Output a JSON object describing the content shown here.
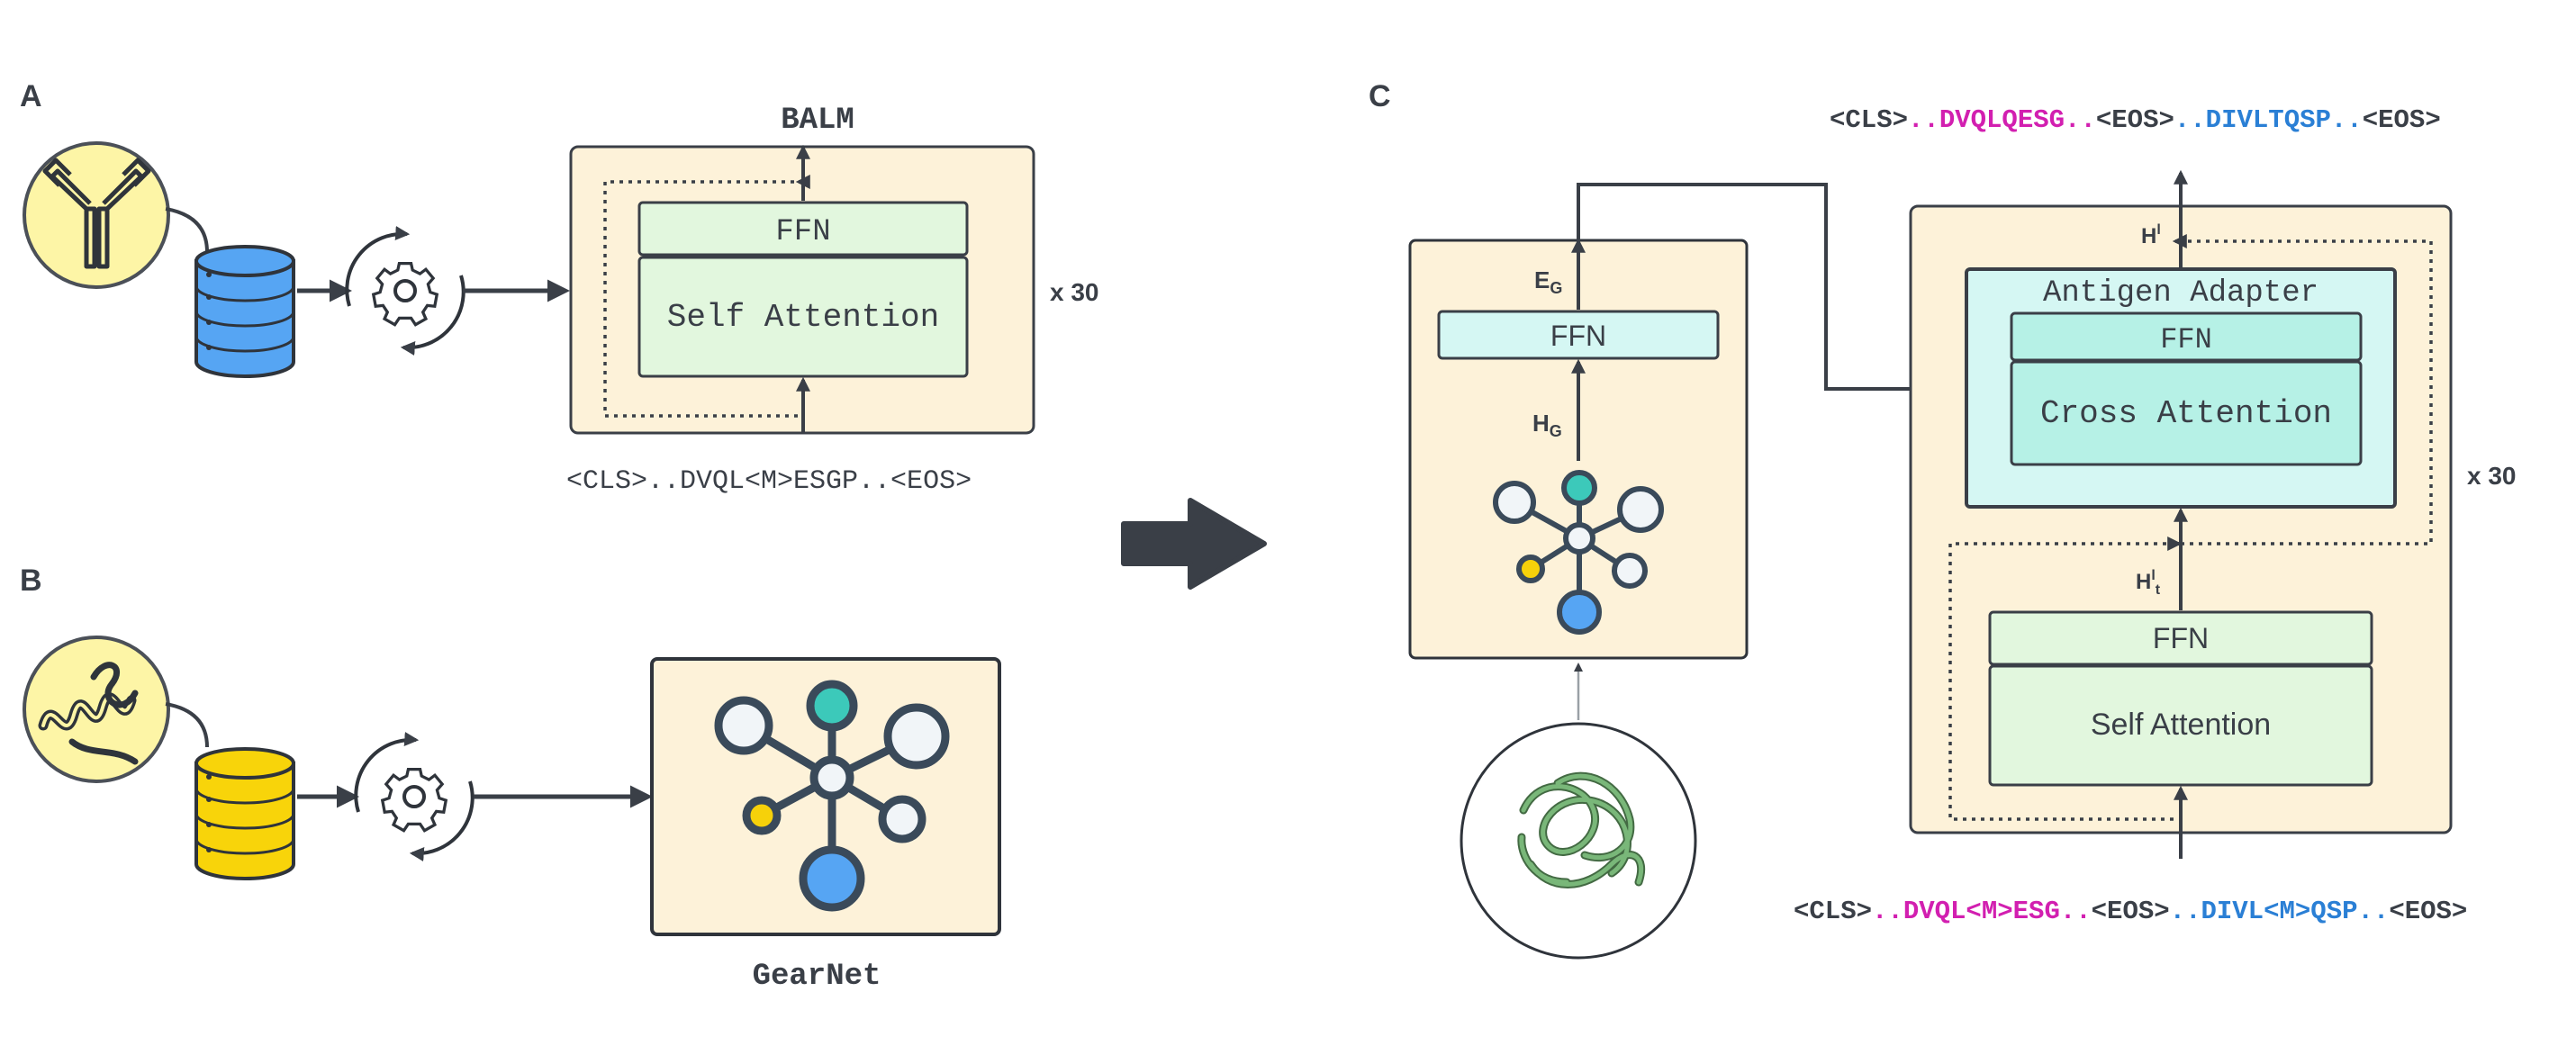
{
  "panels": {
    "a": "A",
    "b": "B",
    "c": "C"
  },
  "panel_a": {
    "title": "BALM",
    "ffn": "FFN",
    "self_attention": "Self Attention",
    "repeat": "x 30",
    "sequence": "<CLS>..DVQL<M>ESGP..<EOS>"
  },
  "panel_b": {
    "title": "GearNet"
  },
  "panel_c": {
    "graph_ffn": "FFN",
    "eg": "E",
    "eg_sub": "G",
    "hg": "H",
    "hg_sub": "G",
    "adapter": "Antigen Adapter",
    "adapter_ffn": "FFN",
    "cross_attention": "Cross Attention",
    "ffn": "FFN",
    "self_attention": "Self Attention",
    "hl": "H",
    "hl_sup": "l",
    "hlt": "H",
    "hlt_sup": "l",
    "hlt_sub": "t",
    "repeat": "x 30",
    "out_seq": {
      "cls": "<CLS>",
      "heavy": "..DVQLQESG..",
      "eos1": "<EOS>",
      "light": "..DIVLTQSP..",
      "eos2": "<EOS>"
    },
    "in_seq": {
      "cls": "<CLS>",
      "heavy": "..DVQL<M>ESG..",
      "eos1": "<EOS>",
      "light": "..DIVL<M>QSP..",
      "eos2": "<EOS>"
    }
  },
  "colors": {
    "heavy_chain": "#d21fb0",
    "light_chain": "#2a7fd5",
    "block_bg": "#fdf2d9",
    "ffn_green": "#e2f7de",
    "adapter_teal": "#d5f7f3",
    "cross_teal": "#b6f1e6",
    "db_blue": "#56a5f3",
    "db_yellow": "#f8d40a",
    "circle_yellow": "#fdf5a6",
    "node_teal": "#3cc9ba",
    "node_yellow": "#f6d10a",
    "node_blue": "#56a5f3",
    "dark": "#3a3f47"
  },
  "icons": {
    "antibody": "antibody-icon",
    "protein": "protein-icon",
    "database": "database-icon",
    "processing": "gear-cycle-icon",
    "graph": "graph-network-icon",
    "big_arrow": "right-arrow-icon",
    "antigen_structure": "antigen-structure-icon"
  }
}
